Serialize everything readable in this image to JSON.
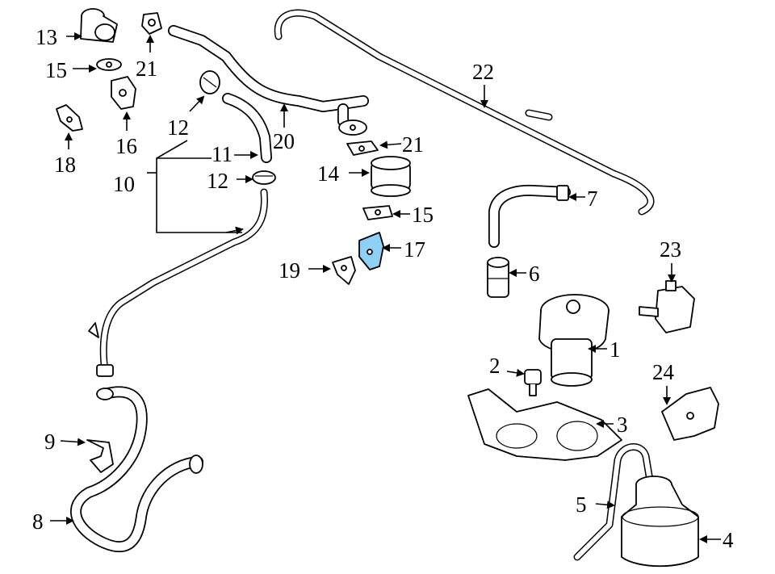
{
  "highlight_color": "#8fd0f5",
  "line_color": "#000000",
  "background": "#ffffff",
  "callouts": {
    "c1": "1",
    "c2": "2",
    "c3": "3",
    "c4": "4",
    "c5": "5",
    "c6": "6",
    "c7": "7",
    "c8": "8",
    "c9": "9",
    "c10": "10",
    "c11": "11",
    "c12a": "12",
    "c12b": "12",
    "c13": "13",
    "c14": "14",
    "c15a": "15",
    "c15b": "15",
    "c16": "16",
    "c17": "17",
    "c18": "18",
    "c19": "19",
    "c20": "20",
    "c21a": "21",
    "c21b": "21",
    "c22": "22",
    "c23": "23",
    "c24": "24"
  },
  "highlighted_part": "17"
}
